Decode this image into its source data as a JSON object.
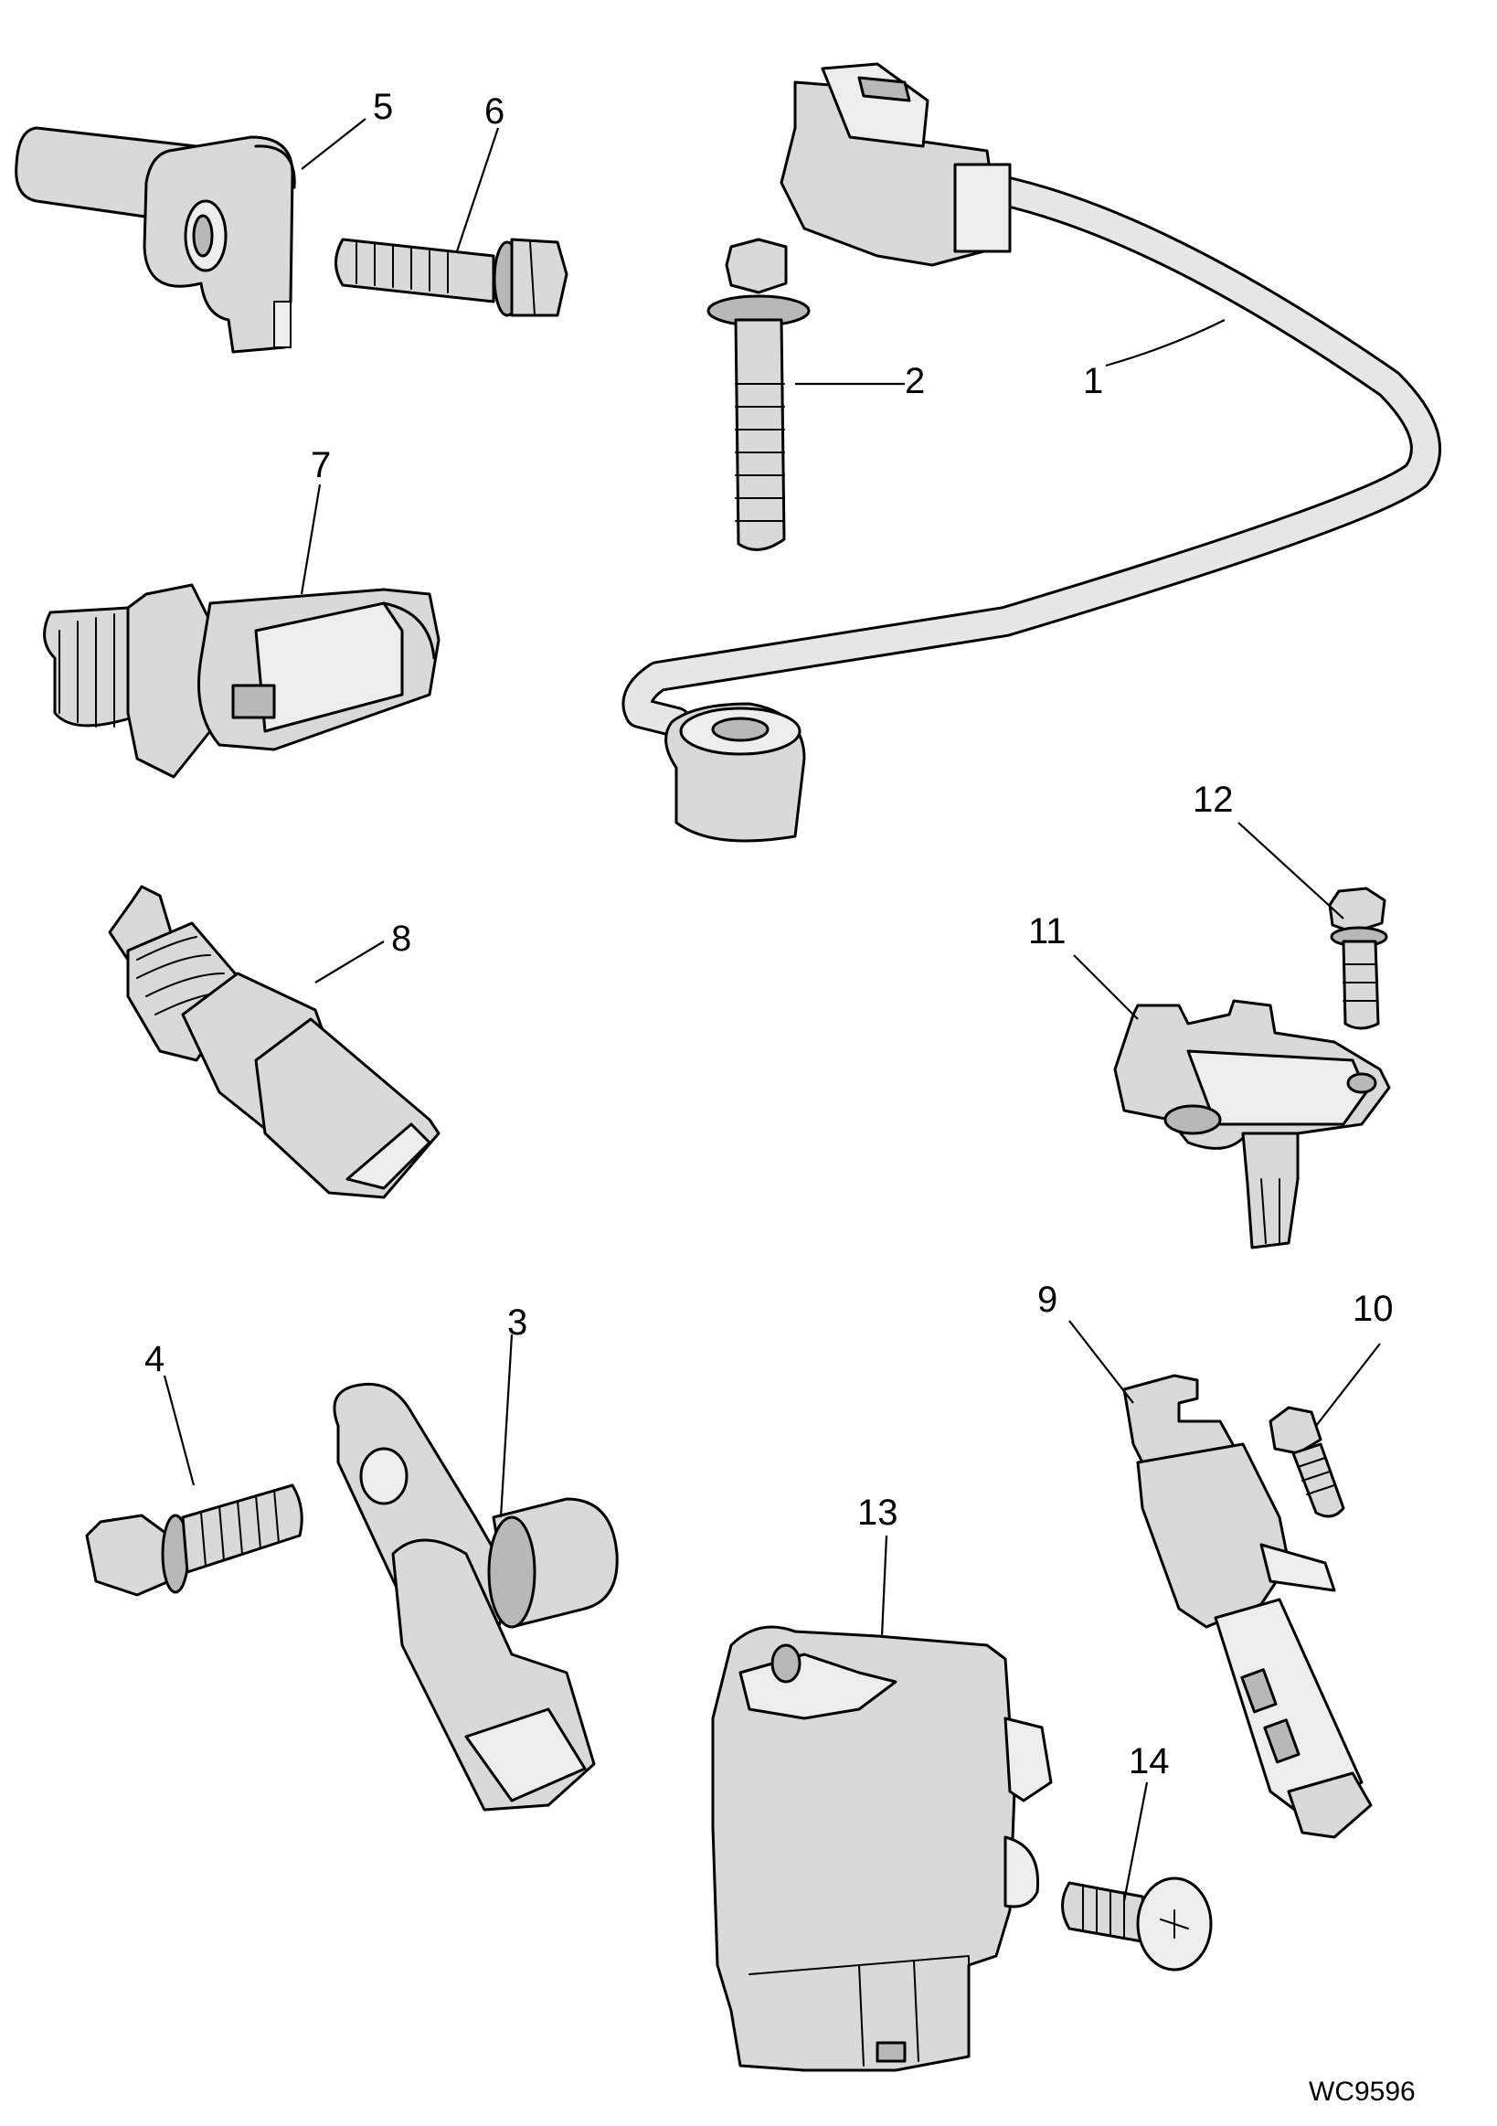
{
  "figure": {
    "code": "WC9596",
    "callouts": [
      {
        "id": "1",
        "label": "1"
      },
      {
        "id": "2",
        "label": "2"
      },
      {
        "id": "3",
        "label": "3"
      },
      {
        "id": "4",
        "label": "4"
      },
      {
        "id": "5",
        "label": "5"
      },
      {
        "id": "6",
        "label": "6"
      },
      {
        "id": "7",
        "label": "7"
      },
      {
        "id": "8",
        "label": "8"
      },
      {
        "id": "9",
        "label": "9"
      },
      {
        "id": "10",
        "label": "10"
      },
      {
        "id": "11",
        "label": "11"
      },
      {
        "id": "12",
        "label": "12"
      },
      {
        "id": "13",
        "label": "13"
      },
      {
        "id": "14",
        "label": "14"
      }
    ]
  },
  "colors": {
    "line": "#000000",
    "fill": "#d9d9d9",
    "background": "#ffffff"
  }
}
